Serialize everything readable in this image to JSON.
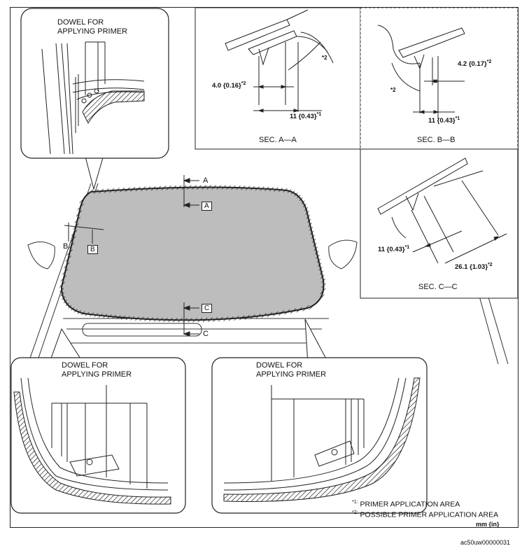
{
  "callouts": {
    "top_left_label": [
      "DOWEL FOR",
      "APPLYING PRIMER"
    ],
    "bottom_left_label": [
      "DOWEL FOR",
      "APPLYING PRIMER"
    ],
    "bottom_right_label": [
      "DOWEL FOR",
      "APPLYING PRIMER"
    ]
  },
  "section_marks": {
    "a_top": "A",
    "a_bottom": "A",
    "b_left": "B",
    "b_right": "B",
    "c_top": "C",
    "c_bottom": "C"
  },
  "sections": {
    "aa": {
      "title": "SEC. A—A",
      "dim1": "4.0 {0.16}",
      "dim1_sup": "*2",
      "dim2": "11 {0.43}",
      "dim2_sup": "*1",
      "angle": "*2"
    },
    "bb": {
      "title": "SEC. B—B",
      "dim1": "4.2 {0.17}",
      "dim1_sup": "*2",
      "dim2": "11 {0.43}",
      "dim2_sup": "*1",
      "angle": "*2"
    },
    "cc": {
      "title": "SEC. C—C",
      "dim1": "11 {0.43}",
      "dim1_sup": "*1",
      "dim2": "26.1 {1.03}",
      "dim2_sup": "*2"
    }
  },
  "notes": {
    "n1_mark": "*1:",
    "n1": "PRIMER APPLICATION AREA",
    "n2_mark": "*2:",
    "n2": "POSSIBLE PRIMER APPLICATION AREA",
    "units": "mm {in}"
  },
  "figure_code": "ac50uw00000031"
}
